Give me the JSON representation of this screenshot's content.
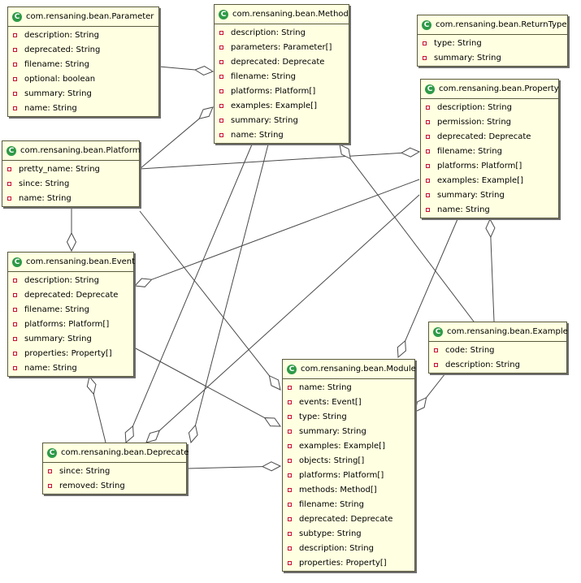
{
  "classes": [
    {
      "id": "parameter",
      "name": "com.rensaning.bean.Parameter",
      "attributes": [
        "description: String",
        "deprecated: String",
        "filename: String",
        "optional: boolean",
        "summary: String",
        "name: String"
      ]
    },
    {
      "id": "method",
      "name": "com.rensaning.bean.Method",
      "attributes": [
        "description: String",
        "parameters: Parameter[]",
        "deprecated: Deprecate",
        "filename: String",
        "platforms: Platform[]",
        "examples: Example[]",
        "summary: String",
        "name: String"
      ]
    },
    {
      "id": "returntype",
      "name": "com.rensaning.bean.ReturnType",
      "attributes": [
        "type: String",
        "summary: String"
      ]
    },
    {
      "id": "property",
      "name": "com.rensaning.bean.Property",
      "attributes": [
        "description: String",
        "permission: String",
        "deprecated: Deprecate",
        "filename: String",
        "platforms: Platform[]",
        "examples: Example[]",
        "summary: String",
        "name: String"
      ]
    },
    {
      "id": "platform",
      "name": "com.rensaning.bean.Platform",
      "attributes": [
        "pretty_name: String",
        "since: String",
        "name: String"
      ]
    },
    {
      "id": "event",
      "name": "com.rensaning.bean.Event",
      "attributes": [
        "description: String",
        "deprecated: Deprecate",
        "filename: String",
        "platforms: Platform[]",
        "summary: String",
        "properties: Property[]",
        "name: String"
      ]
    },
    {
      "id": "example",
      "name": "com.rensaning.bean.Example",
      "attributes": [
        "code: String",
        "description: String"
      ]
    },
    {
      "id": "module",
      "name": "com.rensaning.bean.Module",
      "attributes": [
        "name: String",
        "events: Event[]",
        "type: String",
        "summary: String",
        "examples: Example[]",
        "objects: String[]",
        "platforms: Platform[]",
        "methods: Method[]",
        "filename: String",
        "deprecated: Deprecate",
        "subtype: String",
        "description: String",
        "properties: Property[]"
      ]
    },
    {
      "id": "deprecate",
      "name": "com.rensaning.bean.Deprecate",
      "attributes": [
        "since: String",
        "removed: String"
      ]
    }
  ],
  "icons": {
    "class": "class-icon",
    "attribute": "private-field-icon"
  },
  "colors": {
    "class_fill": "#ffffe1",
    "border": "#5a5a3c",
    "class_icon": "#2e9a48",
    "private_icon": "#c8102e",
    "line": "#4a4a4a"
  }
}
